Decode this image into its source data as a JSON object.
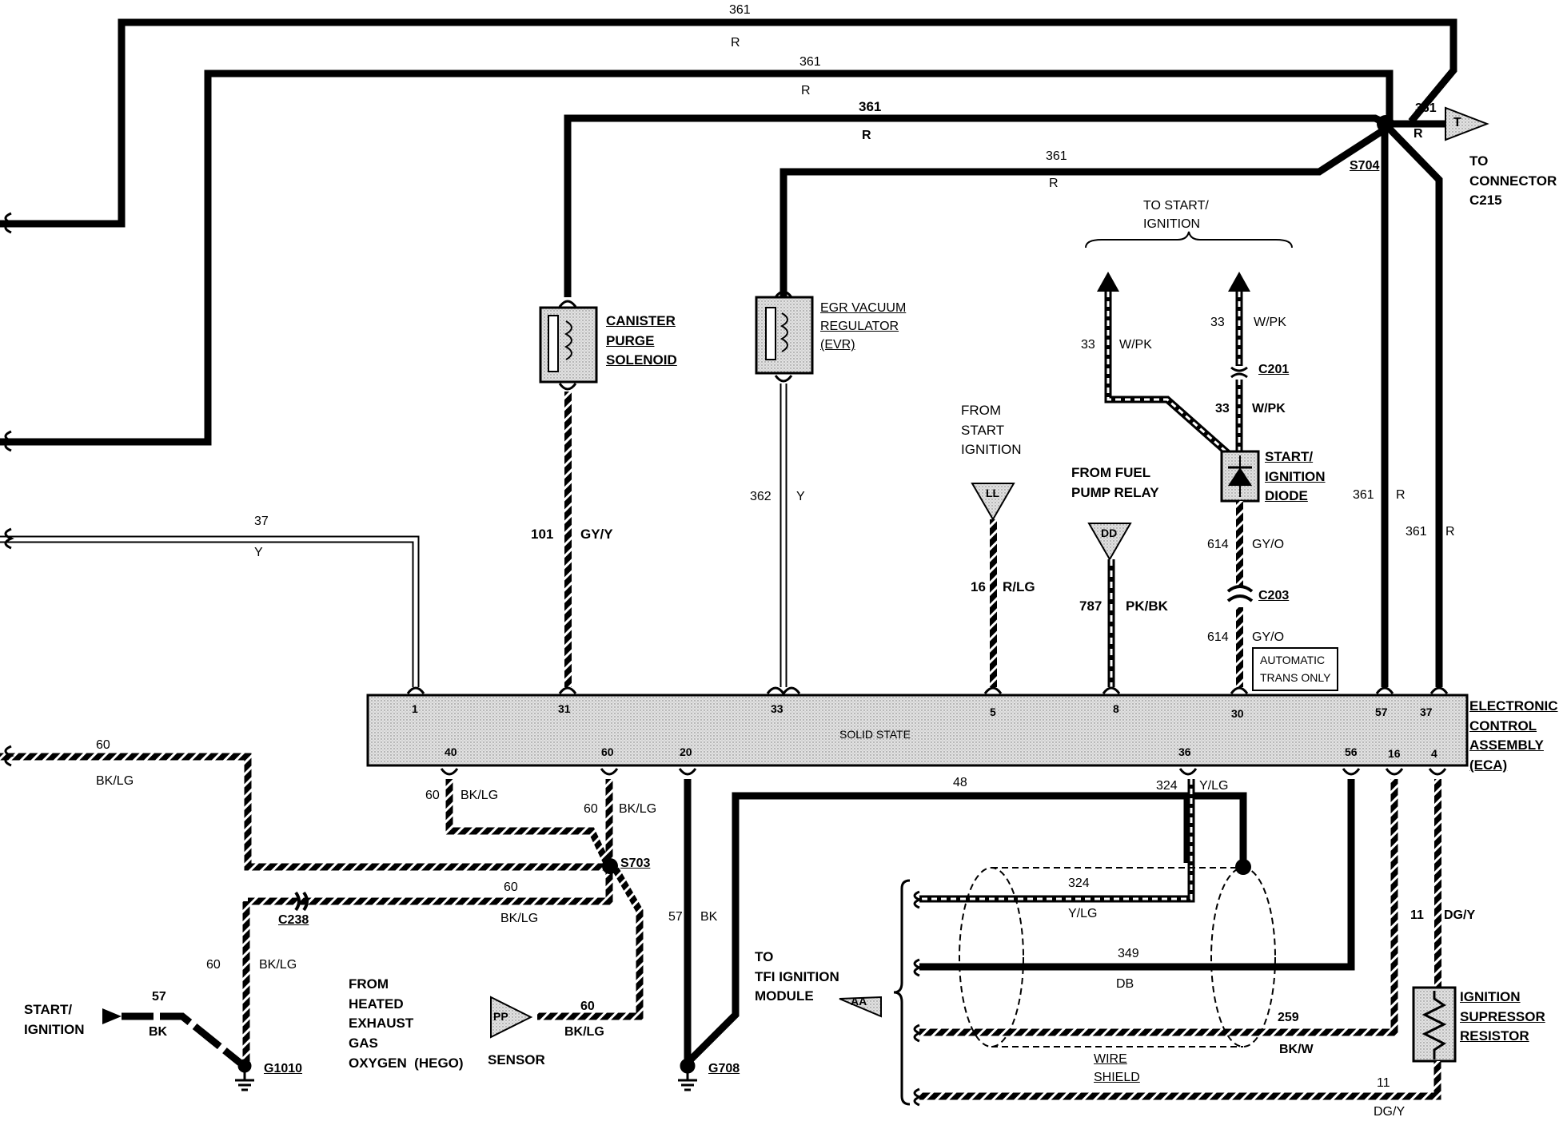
{
  "components": {
    "canister": "CANISTER\nPURGE\nSOLENOID",
    "egr": "EGR VACUUM\nREGULATOR\n(EVR)",
    "ignition_diode": "START/\nIGNITION\nDIODE",
    "ignition_resistor": "IGNITION\nSUPRESSOR\nRESISTOR",
    "eca": "ELECTRONIC\nCONTROL\nASSEMBLY\n(ECA)",
    "eca_body_text": "SOLID STATE",
    "auto_trans_note": "AUTOMATIC\nTRANS ONLY"
  },
  "texts": {
    "to_connector": "TO\nCONNECTOR\nC215",
    "to_start_ignition": "TO START/\nIGNITION",
    "from_start_ignition": "FROM\nSTART\nIGNITION",
    "from_fuel_pump": "FROM FUEL\nPUMP RELAY",
    "to_tfi": "TO\nTFI IGNITION\nMODULE",
    "from_hego": "FROM\nHEATED\nEXHAUST\nGAS\nOXYGEN  (HEGO)",
    "sensor": "SENSOR",
    "start_ignition_left": "START/\nIGNITION",
    "wire_shield": "WIRE\nSHIELD"
  },
  "connectors": {
    "c201": "C201",
    "c203": "C203",
    "c238": "C238",
    "s703": "S703",
    "s704": "S704",
    "g1010": "G1010",
    "g708": "G708"
  },
  "flags": {
    "T": "T",
    "LL": "LL",
    "DD": "DD",
    "PP": "PP",
    "AA": "AA"
  },
  "pins_top": [
    "1",
    "31",
    "33",
    "5",
    "8",
    "30",
    "57",
    "37"
  ],
  "pins_bottom": [
    "40",
    "60",
    "20",
    "36",
    "56",
    "16",
    "4"
  ],
  "wire_labels": {
    "w1n": "361",
    "w1c": "R",
    "w2n": "361",
    "w2c": "R",
    "w3n": "361",
    "w3c": "R",
    "w4n": "361",
    "w4c": "R",
    "t361": "361",
    "tR": "R",
    "w37n": "37",
    "w37c": "Y",
    "w101n": "101",
    "w101c": "GY/Y",
    "w362n": "362",
    "w362c": "Y",
    "w16n": "16",
    "w16c": "R/LG",
    "w787n": "787",
    "w787c": "PK/BK",
    "wpk1n": "33",
    "wpk1c": "W/PK",
    "wpk2n": "33",
    "wpk2c": "W/PK",
    "wpk3n": "33",
    "wpk3c": "W/PK",
    "w614an": "614",
    "w614ac": "GY/O",
    "w614bn": "614",
    "w614bc": "GY/O",
    "wv361an": "361",
    "wv361ac": "R",
    "wv361bn": "361",
    "wv361bc": "R",
    "w60an": "60",
    "w60ac": "BK/LG",
    "w60bn": "60",
    "w60bc": "BK/LG",
    "w60cn": "60",
    "w60cc": "BK/LG",
    "w60dn": "60",
    "w60dc": "BK/LG",
    "w60en": "60",
    "w60ec": "BK/LG",
    "w60fn": "60",
    "w60fc": "BK/LG",
    "w57an": "57",
    "w57ac": "BK",
    "w57bn": "57",
    "w57bc": "BK",
    "w48n": "48",
    "w324an": "324",
    "w324ac": "Y/LG",
    "w324bn": "324",
    "w324bc": "Y/LG",
    "w349n": "349",
    "w349c": "DB",
    "w259n": "259",
    "w259c": "BK/W",
    "w11an": "11",
    "w11ac": "DG/Y",
    "w11bn": "11",
    "w11bc": "DG/Y"
  }
}
